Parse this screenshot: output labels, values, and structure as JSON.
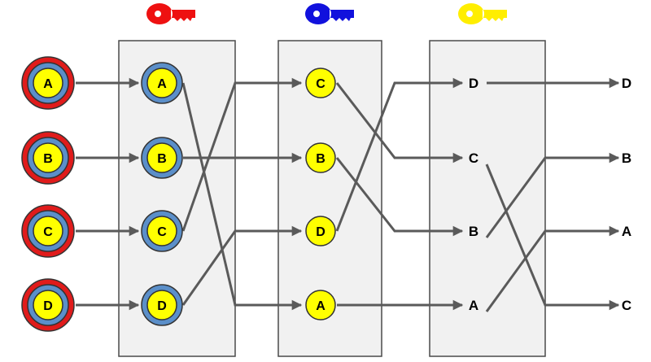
{
  "inputs": [
    "A",
    "B",
    "C",
    "D"
  ],
  "stages": [
    {
      "key_color": "#ee1111",
      "labels": [
        "A",
        "B",
        "C",
        "D"
      ],
      "rings": 2
    },
    {
      "key_color": "#1111dd",
      "labels": [
        "C",
        "B",
        "D",
        "A"
      ],
      "rings": 1
    },
    {
      "key_color": "#ffee00",
      "labels": [
        "D",
        "C",
        "B",
        "A"
      ],
      "rings": 0
    }
  ],
  "outputs": [
    "D",
    "B",
    "A",
    "C"
  ],
  "colors": {
    "red_ring": "#e01b1b",
    "blue_ring": "#5b8fc9",
    "yellow_core": "#ffff00",
    "wire": "#5a5a5a",
    "box_fill": "#f1f1f1"
  },
  "icons": {
    "key": "key-icon"
  }
}
